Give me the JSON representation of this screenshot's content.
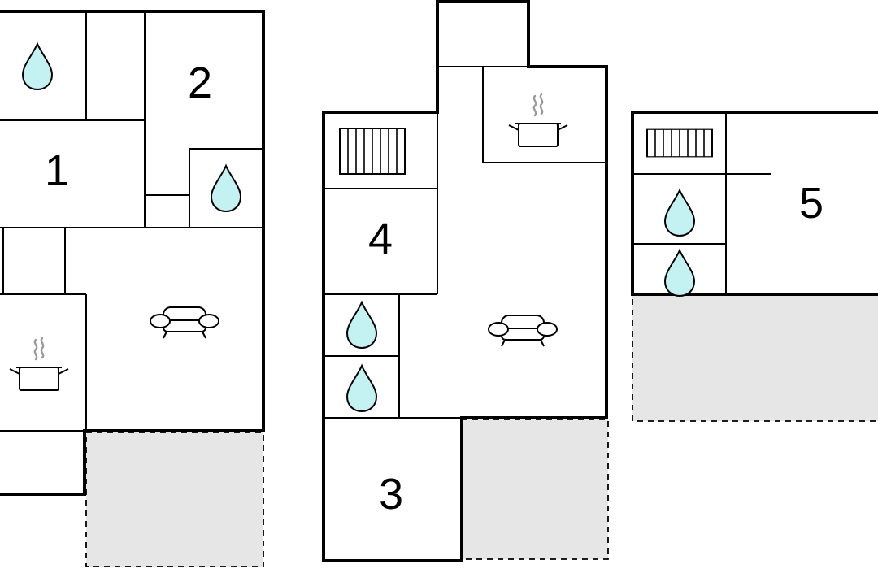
{
  "floorplan": {
    "room_numbers": [
      "1",
      "2",
      "3",
      "4",
      "5"
    ]
  },
  "icons": {
    "water": "water-drop-icon",
    "cooking": "cooking-pot-icon",
    "sofa": "sofa-icon",
    "radiator": "radiator-icon"
  },
  "colors": {
    "wall": "#000000",
    "terrace": "#e6e6e6",
    "water": "#c4f2f2",
    "steam": "#9a9a9a",
    "background": "#ffffff"
  }
}
